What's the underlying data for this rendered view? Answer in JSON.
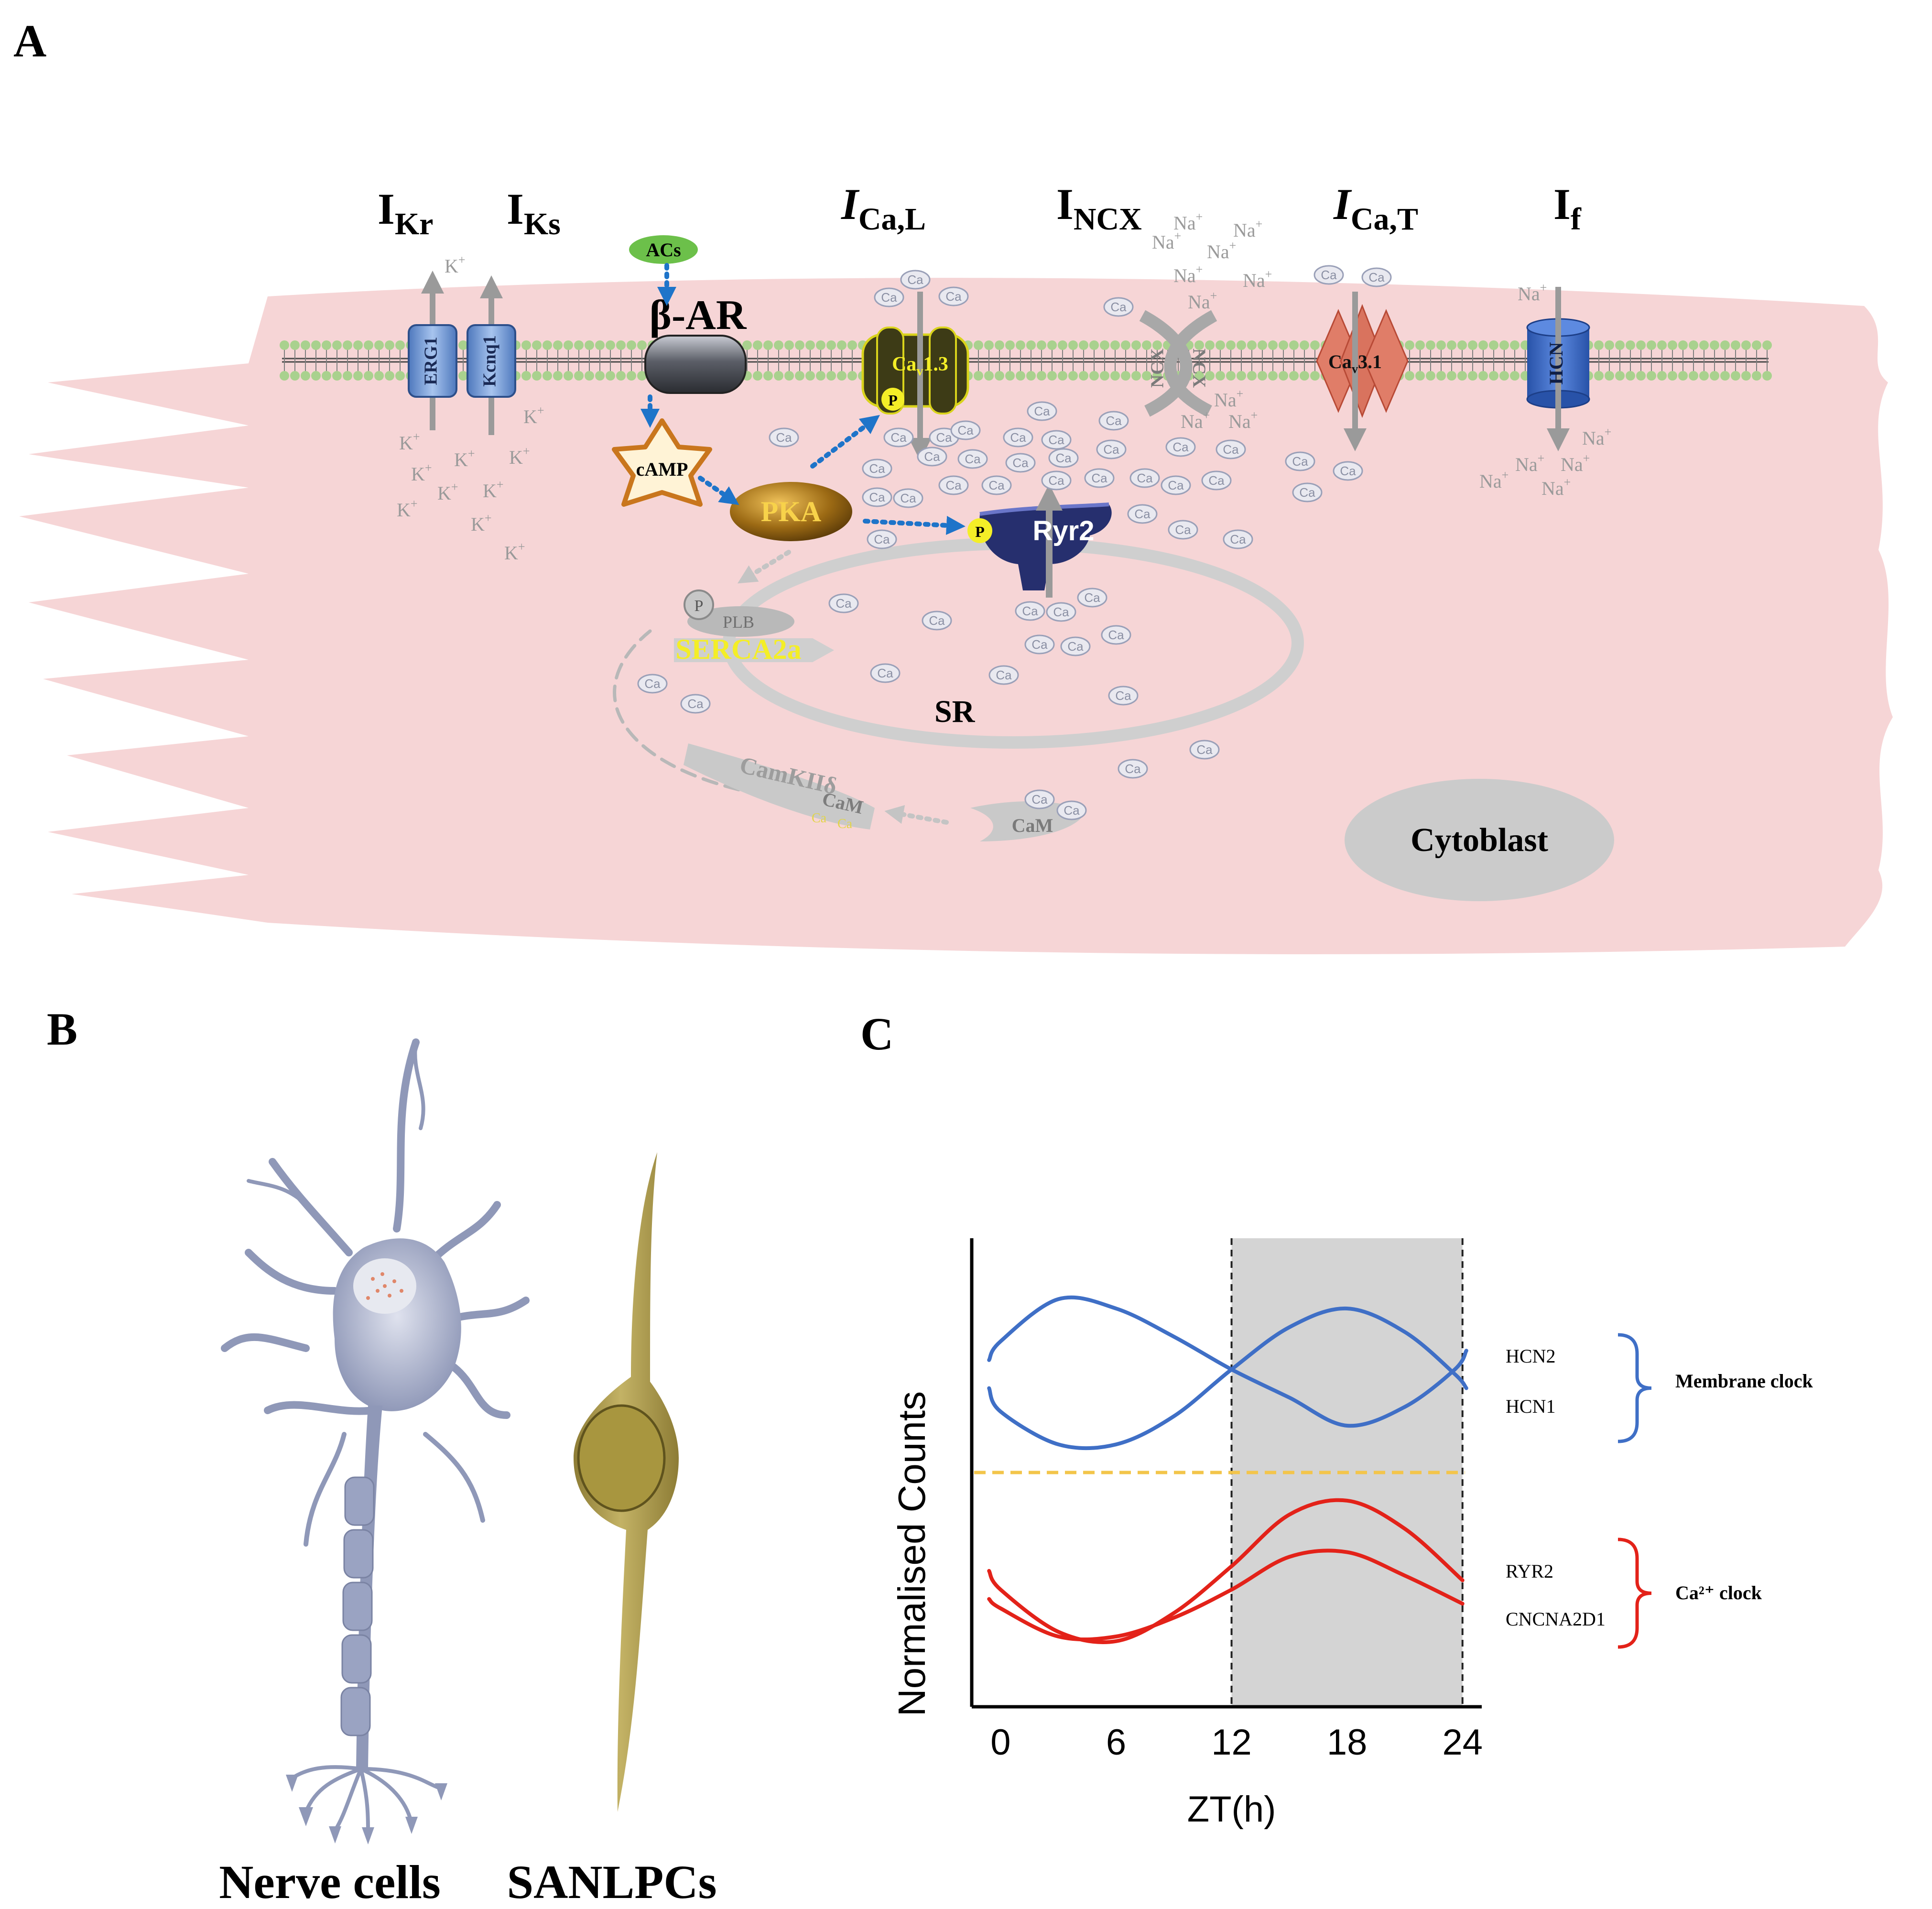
{
  "panels": {
    "a": {
      "label": "A",
      "currents": {
        "ikr": {
          "main": "I",
          "sub": "Kr"
        },
        "iks": {
          "main": "I",
          "sub": "Ks"
        },
        "ical": {
          "main": "I",
          "sub": "Ca,L"
        },
        "incx": {
          "main": "I",
          "sub": "NCX"
        },
        "icat": {
          "main": "I",
          "sub": "Ca,T"
        },
        "if": {
          "main": "I",
          "sub": "f"
        }
      },
      "channels": {
        "erg1": "ERG1",
        "kcnq1": "Kcnq1",
        "beta_ar": "β-AR",
        "acs": "ACs",
        "camp": "cAMP",
        "pka": "PKA",
        "cav13": "Cav1.3",
        "cav13_main": "Ca",
        "cav13_sub": "v",
        "cav13_rest": "1.3",
        "ncx": "NCX",
        "cav31_main": "Ca",
        "cav31_sub": "v",
        "cav31_rest": "3.1",
        "hcn": "HCN",
        "ryr2": "Ryr2",
        "plb": "PLB",
        "serca": "SERCA2a",
        "p": "P",
        "sr": "SR",
        "camk": "CamKIIδ",
        "cam": "CaM",
        "cytoblast": "Cytoblast"
      },
      "ions": {
        "k": "K",
        "na": "Na",
        "plus": "+",
        "ca": "Ca"
      }
    },
    "b": {
      "label": "B",
      "nerve_label": "Nerve cells",
      "sanlpc_label": "SANLPCs"
    },
    "c": {
      "label": "C"
    }
  },
  "colors": {
    "cell": "#f6d5d6",
    "membrane_bead": "#a9d18e",
    "k_channel": "#6f9ad6",
    "beta_ar": "#5a5d66",
    "pka": "#8c6212",
    "camp_border": "#c9761d",
    "acs": "#6cc04a",
    "cav13": "#3d3b16",
    "cav31": "#d9735e",
    "hcn": "#3866c4",
    "ryr2": "#262f6e",
    "phospho": "#f4ee27",
    "ion_gray": "#9a9a9a",
    "arrow_blue": "#1e74c9",
    "sr_ring": "#cfcfcf",
    "cytoblast": "#cbcbcb",
    "neuron": "#8f98b8",
    "sanlpc": "#ad9d4f",
    "membrane_clock": "#3f6fc6",
    "ca_clock": "#e32219",
    "threshold": "#f3c54a",
    "night_shade": "#d4d4d4"
  },
  "chart_data": {
    "type": "line",
    "title": "",
    "xlabel": "ZT(h)",
    "ylabel": "Normalised Counts",
    "x_ticks": [
      0,
      6,
      12,
      18,
      24
    ],
    "xlim": [
      -1.5,
      25
    ],
    "ylim": [
      0,
      10
    ],
    "night_band": [
      12,
      24
    ],
    "threshold_y": 5,
    "grid": false,
    "series": [
      {
        "name": "HCN2",
        "group": "Membrane clock",
        "color": "#3f6fc6",
        "x": [
          -0.6,
          0,
          3,
          6,
          9,
          12,
          15,
          18,
          21,
          23.6,
          24.2
        ],
        "y": [
          7.4,
          7.8,
          8.7,
          8.5,
          7.9,
          7.2,
          6.6,
          6.0,
          6.4,
          7.2,
          7.6
        ]
      },
      {
        "name": "HCN1",
        "group": "Membrane clock",
        "color": "#3f6fc6",
        "x": [
          -0.6,
          0,
          3,
          6,
          9,
          12,
          15,
          18,
          21,
          23.6,
          24.2
        ],
        "y": [
          6.8,
          6.3,
          5.6,
          5.6,
          6.2,
          7.2,
          8.1,
          8.5,
          8.0,
          7.1,
          6.8
        ]
      },
      {
        "name": "RYR2",
        "group": "Ca²⁺ clock",
        "color": "#e32219",
        "x": [
          -0.6,
          0,
          3,
          6,
          9,
          12,
          15,
          18,
          21,
          24
        ],
        "y": [
          2.9,
          2.5,
          1.6,
          1.4,
          2.0,
          3.0,
          4.1,
          4.4,
          3.8,
          2.7
        ]
      },
      {
        "name": "CNCNA2D1",
        "group": "Ca²⁺ clock",
        "color": "#e32219",
        "x": [
          -0.6,
          0,
          3,
          6,
          9,
          12,
          15,
          18,
          21,
          24
        ],
        "y": [
          2.3,
          2.1,
          1.5,
          1.5,
          1.9,
          2.5,
          3.2,
          3.3,
          2.8,
          2.2
        ]
      }
    ],
    "legend_groups": [
      {
        "label": "Membrane clock",
        "members": [
          "HCN2",
          "HCN1"
        ],
        "color": "#3f6fc6"
      },
      {
        "label": "Ca²⁺ clock",
        "members": [
          "RYR2",
          "CNCNA2D1"
        ],
        "color": "#e32219"
      }
    ]
  }
}
